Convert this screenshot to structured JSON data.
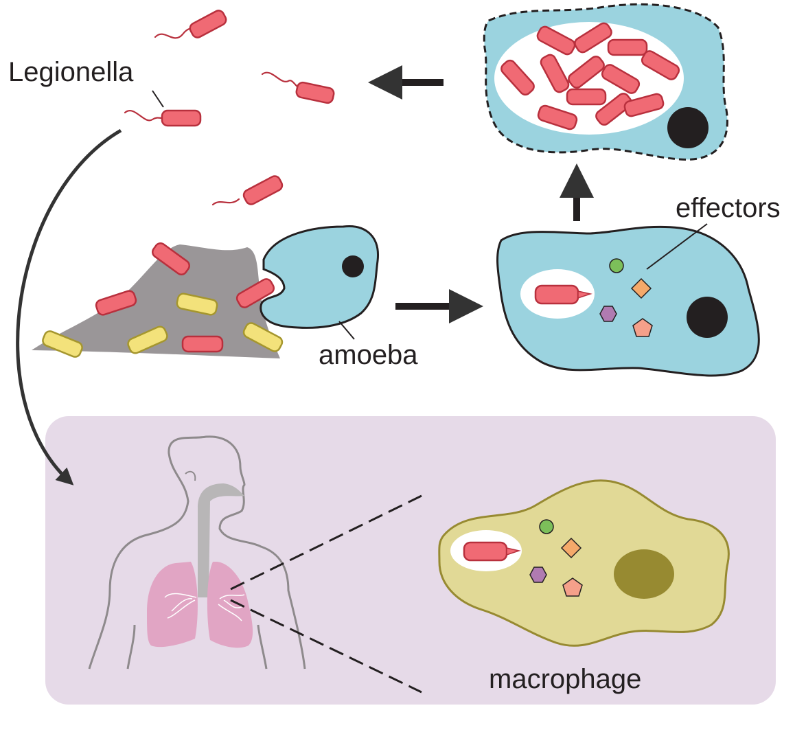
{
  "labels": {
    "legionella": "Legionella",
    "amoeba": "amoeba",
    "effectors": "effectors",
    "macrophage": "macrophage"
  },
  "colors": {
    "bacterium": "#f06a74",
    "bacterium_outline": "#b8303d",
    "other_bacterium": "#f3e27b",
    "amoeba": "#9bd3df",
    "macrophage": "#e1d996",
    "macrophage_nucleus": "#978a31",
    "host_panel": "#e6dae8",
    "biofilm": "#9a9698",
    "lungs": "#e1a5c4",
    "effector_circle": "#7cbf5a",
    "effector_diamond": "#f5a96a",
    "effector_hexagon": "#b07bb1",
    "effector_pentagon": "#f5a08a"
  },
  "icons": {
    "bacterium": "rod-bacterium-icon",
    "human": "human-torso-lungs-icon",
    "arrow": "arrow-icon"
  }
}
